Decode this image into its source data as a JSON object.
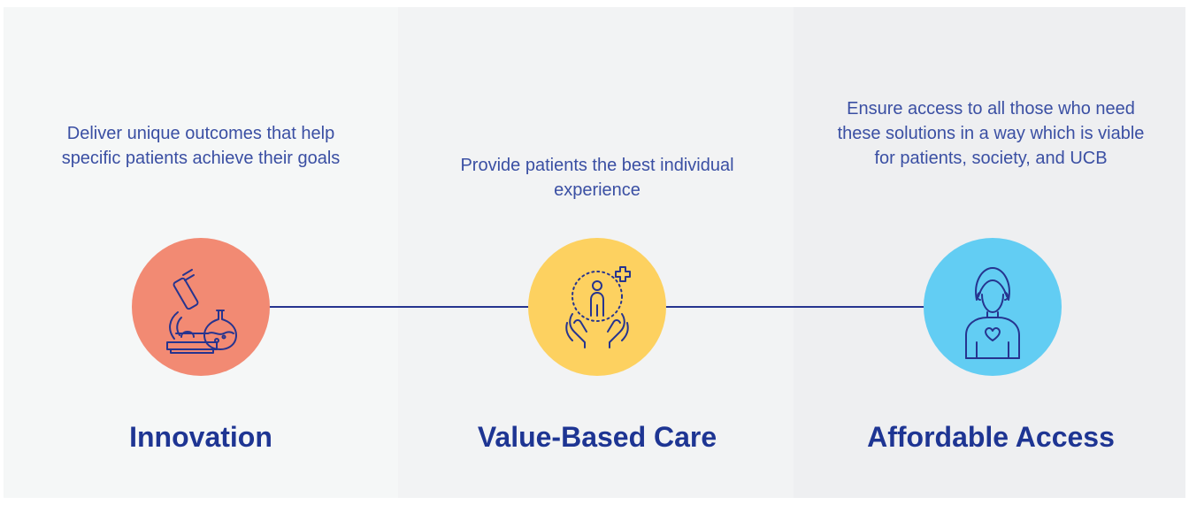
{
  "pillars": [
    {
      "title": "Innovation",
      "description": "Deliver unique outcomes that help specific patients achieve their goals",
      "color": "#f28a73",
      "icon": "microscope-flask-icon"
    },
    {
      "title": "Value-Based Care",
      "description": "Provide patients the best individual experience",
      "color": "#fdd160",
      "icon": "hands-person-plus-icon"
    },
    {
      "title": "Affordable Access",
      "description": "Ensure access to all those who need these solutions in a way which is viable for patients, society, and UCB",
      "color": "#62cdf3",
      "icon": "person-heart-icon"
    }
  ],
  "connector_color": "#26348f"
}
